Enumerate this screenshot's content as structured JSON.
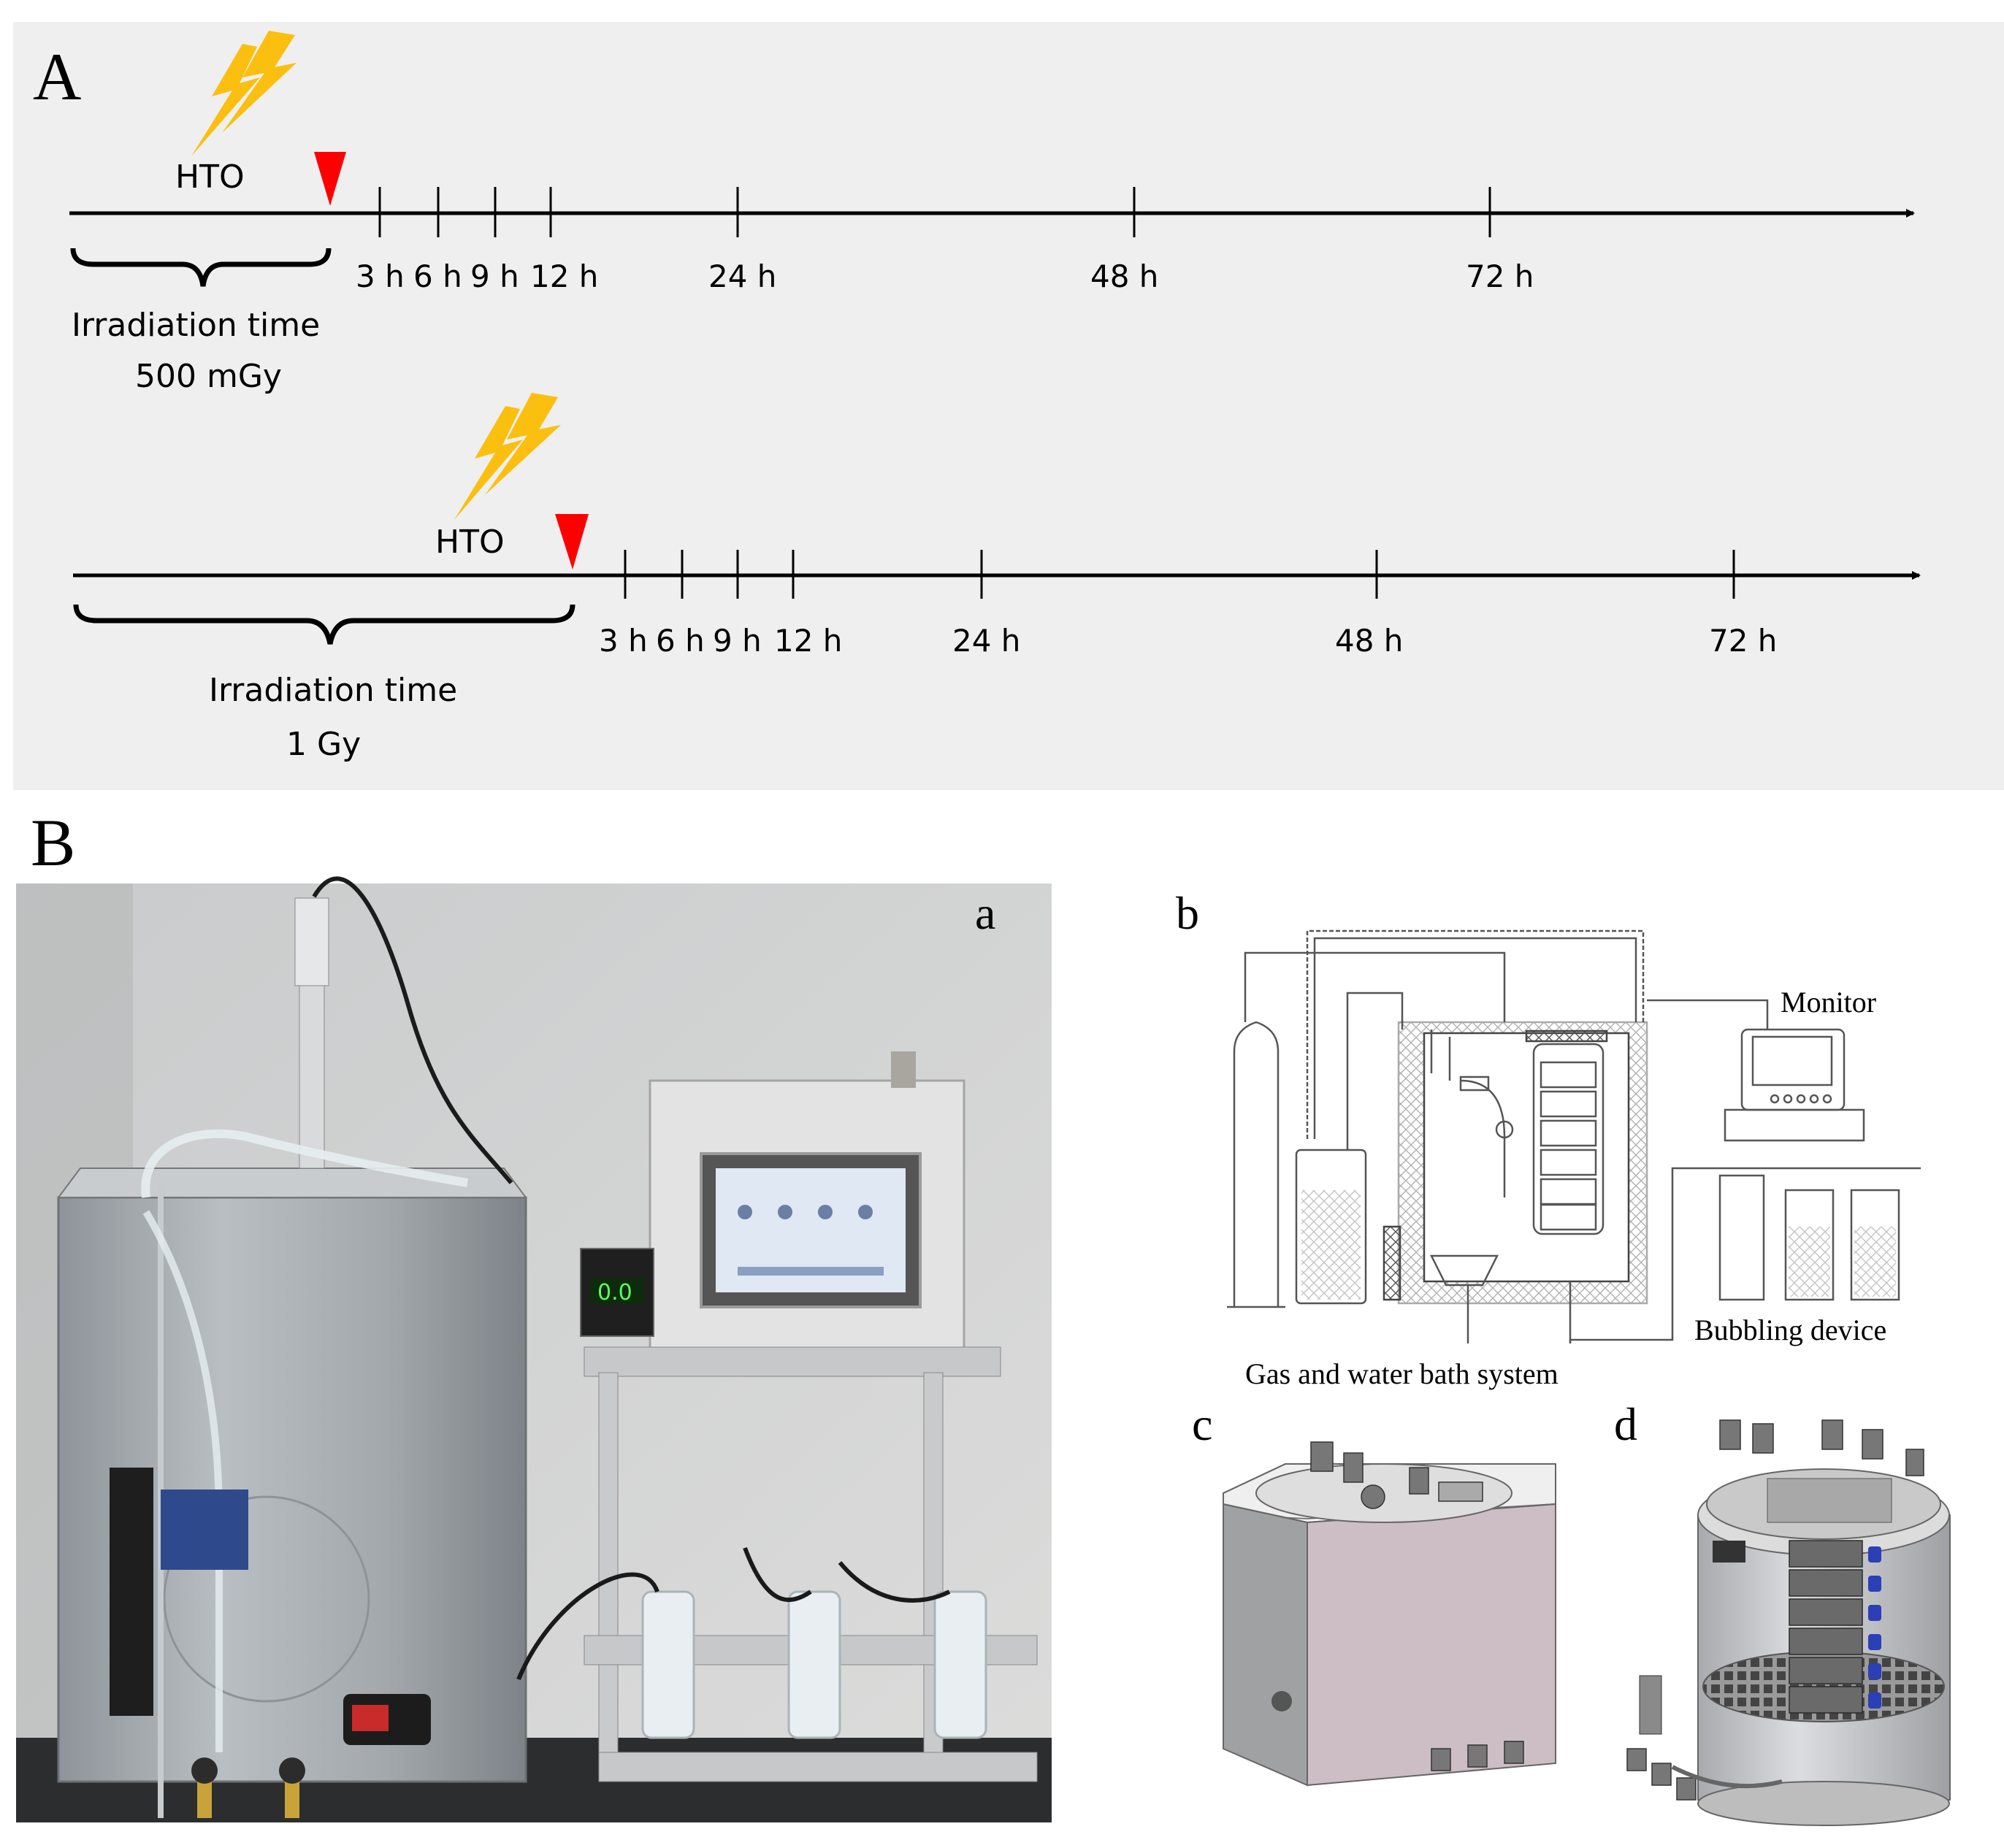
{
  "panel_a": {
    "letter": "A",
    "background_color": "#efefef",
    "timelines": [
      {
        "agent_label": "HTO",
        "tick_labels": [
          "3 h",
          "6 h",
          "9 h",
          "12 h",
          "24 h",
          "48 h",
          "72 h"
        ],
        "bracket_title": "Irradiation time",
        "dose": "500 mGy"
      },
      {
        "agent_label": "HTO",
        "tick_labels": [
          "3 h",
          "6 h",
          "9 h",
          "12 h",
          "24 h",
          "48 h",
          "72 h"
        ],
        "bracket_title": "Irradiation time",
        "dose": "1 Gy"
      }
    ],
    "lightning_color": "#fbbf0f",
    "marker_color": "#ff0000"
  },
  "panel_b": {
    "letter": "B",
    "sub_a": {
      "letter": "a",
      "display_value": "0.0"
    },
    "sub_b": {
      "letter": "b",
      "monitor_label": "Monitor",
      "bubbling_label": "Bubbling device",
      "system_label": "Gas and water bath system"
    },
    "sub_c": {
      "letter": "c"
    },
    "sub_d": {
      "letter": "d"
    }
  }
}
